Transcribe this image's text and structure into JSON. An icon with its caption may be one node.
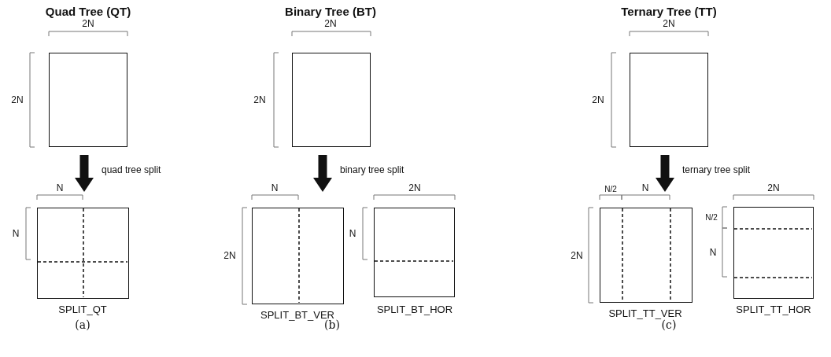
{
  "diagram": {
    "nodes": [
      {
        "text": [],
        "shape": "box"
      },
      {
        "text": [],
        "shape": "box"
      },
      {
        "text": [],
        "shape": "box"
      },
      {
        "text": [],
        "shape": "box",
        "beside": [
          "SPLIT_QT"
        ]
      },
      {
        "text": [],
        "shape": "box",
        "beside": [
          "SPLIT_BT_VER"
        ]
      },
      {
        "text": [],
        "shape": "box",
        "beside": [
          "SPLIT_BT_HOR"
        ]
      },
      {
        "text": [],
        "shape": "box",
        "beside": [
          "SPLIT_TT_VER"
        ]
      },
      {
        "text": [],
        "shape": "box",
        "beside": [
          "SPLIT_TT_HOR"
        ]
      }
    ],
    "edges": [
      {
        "from": 0,
        "to": 3,
        "arrow": "to",
        "label": "quad tree split"
      },
      {
        "from": 1,
        "to": null,
        "arrow": "to",
        "label": "binary tree split"
      },
      {
        "from": 2,
        "to": null,
        "arrow": "to",
        "label": "ternary tree split"
      }
    ],
    "labels": [
      "Quad Tree (QT)",
      "Binary Tree (BT)",
      "Ternary Tree (TT)",
      "2N",
      "2N",
      "2N",
      "2N",
      "2N",
      "2N",
      "N",
      "N",
      "2N",
      "N/2",
      "N",
      "2N",
      "N",
      "N",
      "N/2",
      "2N",
      "2N",
      "N",
      "(a)",
      "(b)",
      "(c)"
    ]
  }
}
